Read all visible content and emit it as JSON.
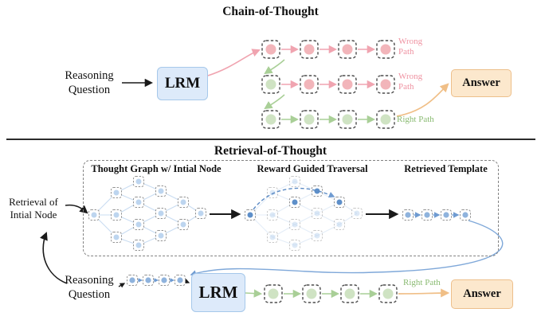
{
  "figure": {
    "cot": {
      "title": "Chain-of-Thought",
      "question": "Reasoning Question",
      "lrm": "LRM",
      "wrong_path": "Wrong Path",
      "right_path": "Right Path",
      "answer": "Answer"
    },
    "rot": {
      "title": "Retrieval-of-Thought",
      "panels": [
        "Thought Graph w/ Intial Node",
        "Reward Guided Traversal",
        "Retrieved Template"
      ],
      "retrieval": "Retrieval of Intial Node",
      "question": "Reasoning Question",
      "lrm": "LRM",
      "right_path": "Right Path",
      "answer": "Answer"
    },
    "colors": {
      "wrong_node": "#f2b5ba",
      "right_node": "#cfe3c3",
      "thought_node": "#bdd5ef",
      "traversed_node": "#5e8fc9",
      "lrm_fill": "#ddeafa",
      "lrm_border": "#a6c8ea",
      "answer_fill": "#fce8cd",
      "answer_border": "#edbf8b",
      "wrong_text": "#ef93a2",
      "right_text": "#8abb72"
    }
  }
}
